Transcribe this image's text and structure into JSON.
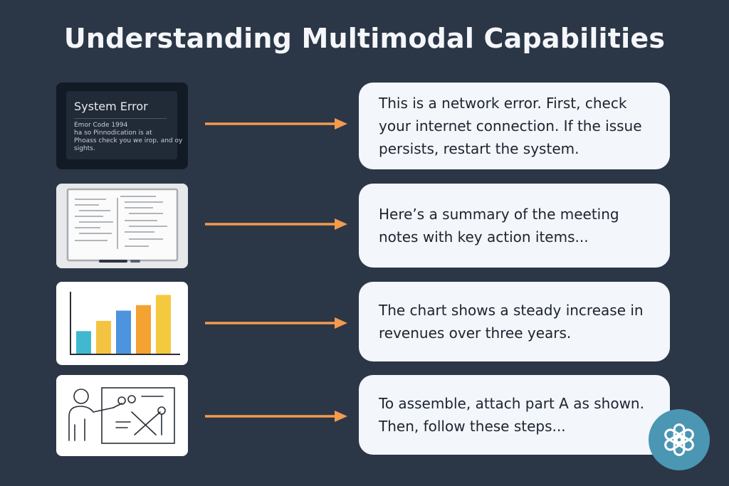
{
  "page": {
    "title": "Understanding Multimodal Capabilities"
  },
  "rows": [
    {
      "thumb": {
        "kind": "error-screenshot",
        "title": "System Error",
        "body": "Emor Code 1994\nha so Pinnodication is at\nPhoass check you we irop. and oy\nsights."
      },
      "response": "This is a network error. First, check your internet connection. If the issue persists, restart the system."
    },
    {
      "thumb": {
        "kind": "whiteboard-photo",
        "icon": "whiteboard-icon"
      },
      "response": "Here’s a summary of the meeting notes with key action items..."
    },
    {
      "thumb": {
        "kind": "bar-chart",
        "chart_data": {
          "type": "bar",
          "categories": [
            "",
            "",
            "",
            "",
            ""
          ],
          "values": [
            33,
            48,
            63,
            71,
            86
          ],
          "ylim": [
            0,
            100
          ],
          "colors": [
            "#41b8d0",
            "#f5c342",
            "#4c94dd",
            "#f4a232",
            "#f5c93f"
          ]
        }
      },
      "response": "The chart shows a steady increase in revenues over three years."
    },
    {
      "thumb": {
        "kind": "instruction-diagram",
        "icon": "presenter-icon"
      },
      "response": "To assemble, attach part A as shown. Then, follow these steps..."
    }
  ],
  "colors": {
    "arrow": "#f39a4c",
    "background": "#2b3647",
    "bubble": "#f3f6fa",
    "logo": "#4b96b3"
  },
  "logo": {
    "icon": "openai-logo-icon"
  }
}
